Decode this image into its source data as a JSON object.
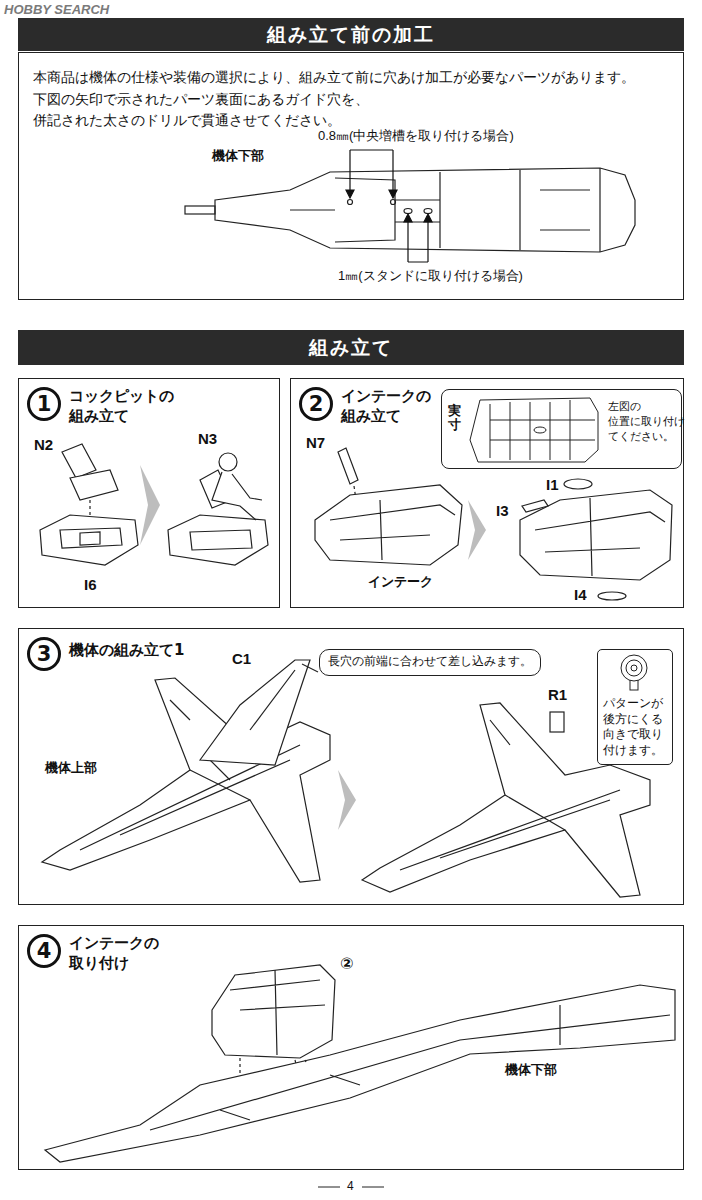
{
  "diagram": {
    "nodes": [
      {
        "text": [
          "組み立て前の加工"
        ]
      },
      {
        "text": [
          "本商品は機体の仕様や装備の選択により、組み立て前に穴あけ加工が必要なパーツがあります。 下図の矢印で示されたパーツ裏面にあるガイド穴を、併記された太さのドリルで貫通させてください。"
        ]
      },
      {
        "text": [
          "組み立て"
        ]
      },
      {
        "text": [
          "コックピットの 組み立て"
        ]
      },
      {
        "text": [
          "1"
        ],
        "in": 3
      },
      {
        "text": [
          "インテークの 組み立て"
        ]
      },
      {
        "text": [
          "2"
        ],
        "in": 5
      },
      {
        "text": [
          "実寸",
          "左図の 位置に取り付け てください。"
        ],
        "in": 5
      },
      {
        "text": [
          "機体の組み立て1"
        ]
      },
      {
        "text": [
          "3"
        ],
        "in": 8
      },
      {
        "text": [
          "長穴の前端に合わせて差し込みます。"
        ],
        "in": 8
      },
      {
        "text": [
          "パターンが 後方にくる 向きで取り 付けます。"
        ],
        "in": 8
      },
      {
        "text": [
          "インテークの 取り付け"
        ]
      },
      {
        "text": [
          "4"
        ],
        "in": 12
      }
    ],
    "labels": [
      "HOBBY SEARCH",
      "機体下部",
      "0.8㎜(中央増槽を取り付ける場合)",
      "1㎜(スタンドに取り付ける場合)",
      "N2",
      "N3",
      "I6",
      "N7",
      "インテーク",
      "I1",
      "I3",
      "I4",
      "C1",
      "機体上部",
      "R1",
      "②",
      "機体下部",
      "4"
    ]
  }
}
